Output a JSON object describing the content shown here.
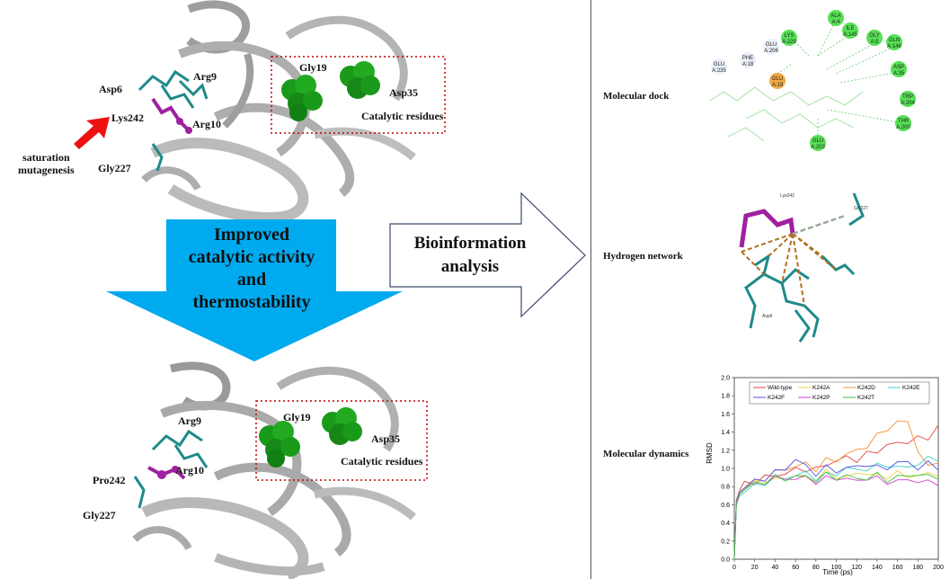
{
  "top_protein": {
    "labels": {
      "asp6": "Asp6",
      "arg9": "Arg9",
      "lys242": "Lys242",
      "arg10": "Arg10",
      "gly227": "Gly227",
      "gly19": "Gly19",
      "asp35": "Asp35",
      "catalytic": "Catalytic residues"
    },
    "mutagenesis": "saturation\nmutagenesis"
  },
  "bottom_protein": {
    "labels": {
      "arg9": "Arg9",
      "pro242": "Pro242",
      "arg10": "Arg10",
      "gly227": "Gly227",
      "gly19": "Gly19",
      "asp35": "Asp35",
      "catalytic": "Catalytic residues"
    }
  },
  "improved_arrow": {
    "text": "Improved catalytic activity and thermostability",
    "lines": [
      "Improved",
      "catalytic activity",
      "and",
      "thermostability"
    ]
  },
  "bioinfo_arrow": {
    "lines": [
      "Bioinformation",
      "analysis"
    ]
  },
  "right_panel": {
    "molecular_dock": "Molecular dock",
    "hydrogen_network": "Hydrogen network",
    "molecular_dynamics": "Molecular dynamics"
  },
  "dock_residues": [
    "ALA A:4",
    "ILE A:145",
    "GLY A:5",
    "GLN A:146",
    "LYS A:229",
    "GLU A:206",
    "PHE A:18",
    "GLU A:235",
    "ASP A:35",
    "TRP A:204",
    "THR A:200",
    "GLU A:203",
    "GLU A:19"
  ],
  "hbond_labels": {
    "lys": "Lys242",
    "gly": "Gly227",
    "asp": "Asp6"
  },
  "colors": {
    "arrow_blue": "#00aaee",
    "red_arrow": "#ee1111",
    "dotted_box": "#c00000",
    "sphere_green": "#1a9a1a",
    "stick_teal": "#1f8a8a",
    "stick_magenta": "#a020a0"
  },
  "chart_data": {
    "type": "line",
    "xlabel": "Time (ps)",
    "ylabel": "RMSD",
    "xlim": [
      0,
      200
    ],
    "ylim": [
      0.0,
      2.0
    ],
    "xticks": [
      "0",
      "20",
      "40",
      "60",
      "80",
      "100",
      "120",
      "140",
      "160",
      "180",
      "200"
    ],
    "yticks": [
      "0.0",
      "0.2",
      "0.4",
      "0.6",
      "0.8",
      "1.0",
      "1.2",
      "1.4",
      "1.6",
      "1.8",
      "2.0"
    ],
    "legend": "top",
    "x": [
      0,
      2,
      5,
      10,
      20,
      30,
      40,
      50,
      60,
      70,
      80,
      90,
      100,
      110,
      120,
      130,
      140,
      150,
      160,
      170,
      180,
      190,
      200
    ],
    "series": [
      {
        "name": "Wild-type",
        "color": "#e84040",
        "values": [
          0,
          0.65,
          0.78,
          0.82,
          0.86,
          0.9,
          0.92,
          0.95,
          0.98,
          1.0,
          0.98,
          1.05,
          1.08,
          1.12,
          1.1,
          1.15,
          1.2,
          1.25,
          1.28,
          1.3,
          1.32,
          1.35,
          1.45
        ]
      },
      {
        "name": "K242A",
        "color": "#e8d040",
        "values": [
          0,
          0.62,
          0.75,
          0.8,
          0.84,
          0.88,
          0.86,
          0.9,
          0.92,
          0.88,
          0.9,
          0.95,
          0.92,
          0.9,
          0.94,
          0.96,
          0.9,
          0.92,
          0.95,
          0.9,
          0.94,
          0.92,
          0.95
        ]
      },
      {
        "name": "K242D",
        "color": "#f09030",
        "values": [
          0,
          0.6,
          0.72,
          0.78,
          0.85,
          0.9,
          0.95,
          1.0,
          1.02,
          1.05,
          1.0,
          1.08,
          1.1,
          1.15,
          1.2,
          1.25,
          1.35,
          1.45,
          1.5,
          1.52,
          1.2,
          1.0,
          1.1
        ]
      },
      {
        "name": "K242E",
        "color": "#40d0d0",
        "values": [
          0,
          0.6,
          0.7,
          0.75,
          0.8,
          0.85,
          0.88,
          0.9,
          0.92,
          0.95,
          0.9,
          0.92,
          0.95,
          1.0,
          0.98,
          1.0,
          1.02,
          1.05,
          1.0,
          1.02,
          1.05,
          1.1,
          1.12
        ]
      },
      {
        "name": "K242F",
        "color": "#5050e0",
        "values": [
          0,
          0.62,
          0.74,
          0.8,
          0.85,
          0.9,
          0.95,
          1.0,
          1.1,
          1.02,
          0.95,
          1.0,
          0.98,
          1.0,
          1.02,
          1.05,
          1.0,
          1.02,
          1.05,
          1.08,
          1.0,
          1.05,
          1.02
        ]
      },
      {
        "name": "K242P",
        "color": "#d040d0",
        "values": [
          0,
          0.6,
          0.72,
          0.78,
          0.82,
          0.86,
          0.88,
          0.9,
          0.88,
          0.9,
          0.86,
          0.88,
          0.9,
          0.88,
          0.86,
          0.9,
          0.88,
          0.86,
          0.85,
          0.88,
          0.86,
          0.84,
          0.85
        ]
      },
      {
        "name": "K242T",
        "color": "#40c040",
        "values": [
          0,
          0.6,
          0.72,
          0.78,
          0.82,
          0.86,
          0.9,
          0.88,
          0.92,
          0.9,
          0.88,
          0.92,
          0.9,
          0.92,
          0.88,
          0.9,
          0.92,
          0.88,
          0.9,
          0.92,
          0.94,
          0.9,
          0.92
        ]
      }
    ]
  }
}
